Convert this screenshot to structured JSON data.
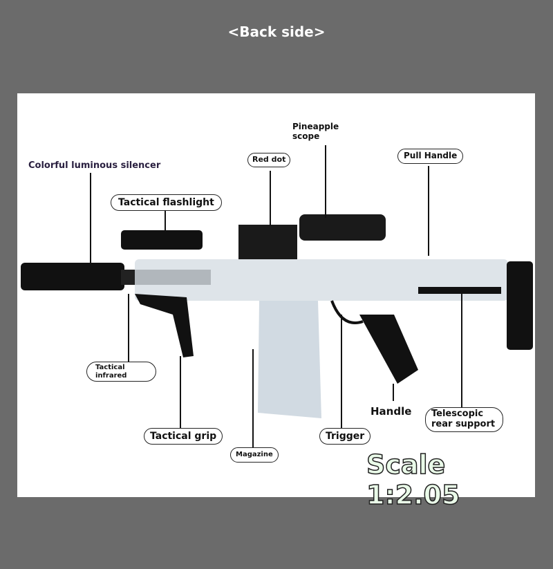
{
  "title": "<Back side>",
  "labels": {
    "silencer": "Colorful luminous silencer",
    "flashlight": "Tactical flashlight",
    "red_dot": "Red dot",
    "scope": "Pineapple scope",
    "pull_handle": "Pull Handle",
    "infrared": "Tactical infrared",
    "grip": "Tactical grip",
    "magazine": "Magazine",
    "trigger": "Trigger",
    "handle": "Handle",
    "rear_support": "Telescopic rear support"
  },
  "scale": "Scale 1:2.05"
}
